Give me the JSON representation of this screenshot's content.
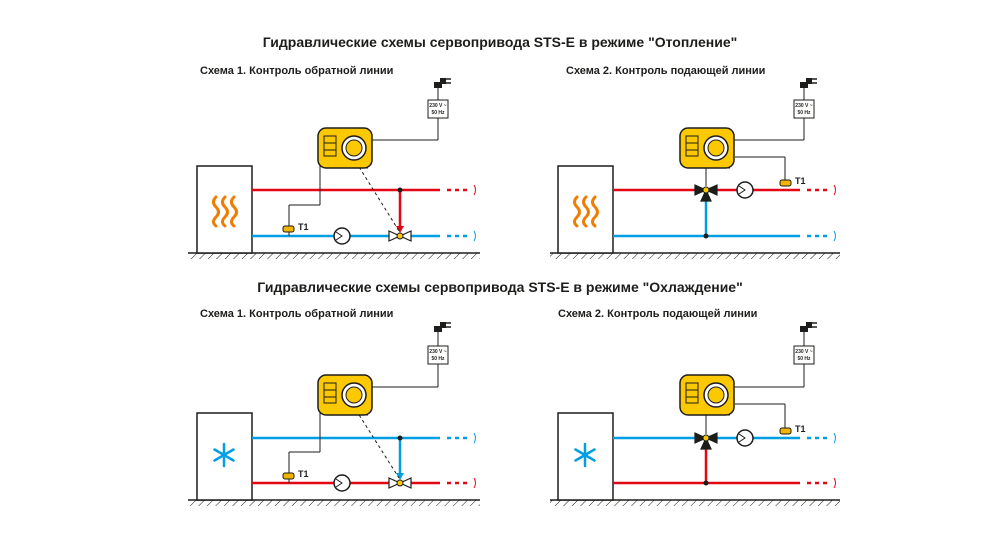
{
  "titles": {
    "heating": "Гидравлические схемы сервопривода STS-E в режиме \"Отопление\"",
    "cooling": "Гидравлические схемы сервопривода STS-E в режиме \"Охлаждение\""
  },
  "schemes": {
    "heating_return": {
      "label": "Схема 1.  Контроль обратной линии",
      "sensor": "T1",
      "power_line1": "230 V ~",
      "power_line2": "50 Hz"
    },
    "heating_supply": {
      "label": "Схема 2.  Контроль подающей линии",
      "sensor": "T1",
      "power_line1": "230 V ~",
      "power_line2": "50 Hz"
    },
    "cooling_return": {
      "label": "Схема 1.  Контроль обратной линии",
      "sensor": "T1",
      "power_line1": "230 V ~",
      "power_line2": "50 Hz"
    },
    "cooling_supply": {
      "label": "Схема 2.  Контроль подающей линии",
      "sensor": "T1",
      "power_line1": "230 V ~",
      "power_line2": "50 Hz"
    }
  },
  "colors": {
    "supply_hot": "#e30613",
    "return_cold": "#009fe3",
    "actuator": "#fcc900",
    "sensor": "#f2b400",
    "heat_symbol": "#ef7d00",
    "cold_symbol": "#009fe3",
    "outline": "#1d1d1b"
  },
  "icons": {
    "heating_source": "heat-waves-icon",
    "cooling_source": "snowflake-icon",
    "power": "power-plug-icon",
    "pump": "pump-icon",
    "valve": "three-way-valve-icon"
  }
}
